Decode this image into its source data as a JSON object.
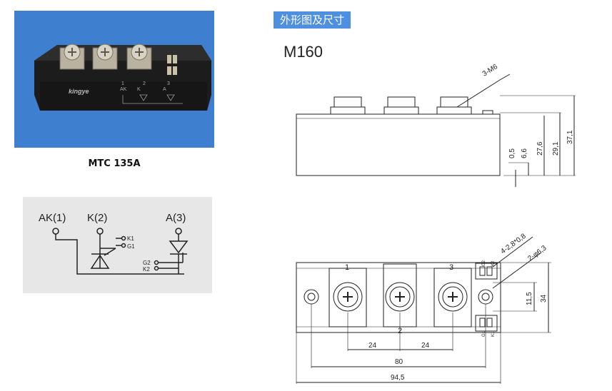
{
  "product_photo": {
    "caption": "MTC 135A",
    "brand_text": "kingye",
    "terminal_labels": [
      "AK",
      "1",
      "K",
      "2",
      "A",
      "3"
    ]
  },
  "schematic": {
    "labels": {
      "ak": "AK(1)",
      "k": "K(2)",
      "a": "A(3)",
      "k1": "K1",
      "g1": "G1",
      "g2": "G2",
      "k2": "K2"
    }
  },
  "section": {
    "title": "外形图及尺寸",
    "model": "M160"
  },
  "side_view": {
    "screw_label": "3-M6",
    "dims": [
      "0,5",
      "6,6",
      "27,6",
      "29,1",
      "37,1"
    ]
  },
  "top_view": {
    "terminal_numbers": [
      "1",
      "2",
      "3"
    ],
    "gate_labels_top": [
      "G2",
      "K2"
    ],
    "gate_labels_bottom": [
      "G1",
      "K1"
    ],
    "hole_label_small": "4-2,8*0,8",
    "hole_label_mount": "2-φ6,3",
    "dims": {
      "pitch_left": "24",
      "pitch_right": "24",
      "inner": "80",
      "overall": "94,5",
      "height_inner": "11,5",
      "height": "34"
    }
  },
  "colors": {
    "photo_bg": "#3f7fd0",
    "header_bg": "#4f8fe0",
    "schematic_bg": "#e7e7e7"
  }
}
